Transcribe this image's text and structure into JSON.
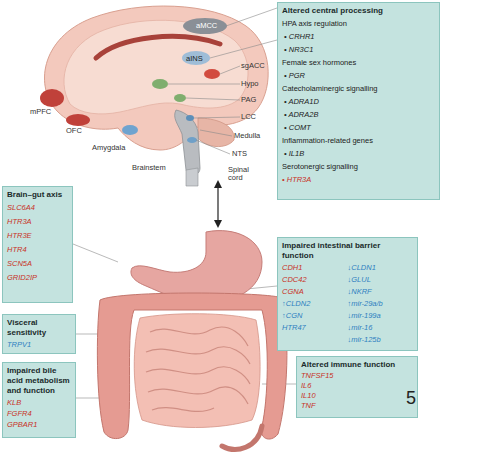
{
  "diagram": {
    "nodes": [
      {
        "text": [
          "Altered central processing",
          "HPA axis regulation",
          "• CRHR1",
          "• NR3C1",
          "Female sex hormones",
          "• PGR",
          "Catecholaminergic signalling",
          "• ADRA1D",
          "• ADRA2B",
          "• COMT",
          "Inflammation-related genes",
          "• IL1B",
          "Serotonergic signalling",
          "• HTR3A"
        ]
      },
      {
        "text": [
          "Brain–gut axis",
          "SLC6A4",
          "HTR3A",
          "HTR3E",
          "HTR4",
          "SCN5A",
          "GRID2IP"
        ]
      },
      {
        "text": [
          "Visceral sensitivity",
          "TRPV1"
        ]
      },
      {
        "text": [
          "Impaired bile acid metabolism and function",
          "KLB",
          "FGFR4",
          "GPBAR1"
        ]
      },
      {
        "text": [
          "Impaired intestinal barrier function",
          "CDH1",
          "CDC42",
          "CGNA",
          "↑CLDN2",
          "↑CGN",
          "HTR47",
          "↓CLDN1",
          "↓GLUL",
          "↓NKRF",
          "↑mir-29a/b",
          "↓mir-199a",
          "↓mir-16",
          "↓mir-125b"
        ]
      },
      {
        "text": [
          "Altered immune function",
          "TNFSF15",
          "IL6",
          "IL10",
          "TNF"
        ]
      }
    ],
    "labels": [
      "aMCC",
      "aINS",
      "mPFC",
      "OFC",
      "sgACC",
      "Hypo",
      "PAG",
      "LCC",
      "Amygdala",
      "Medulla",
      "Brainstem",
      "NTS",
      "Spinal cord",
      "5"
    ]
  }
}
